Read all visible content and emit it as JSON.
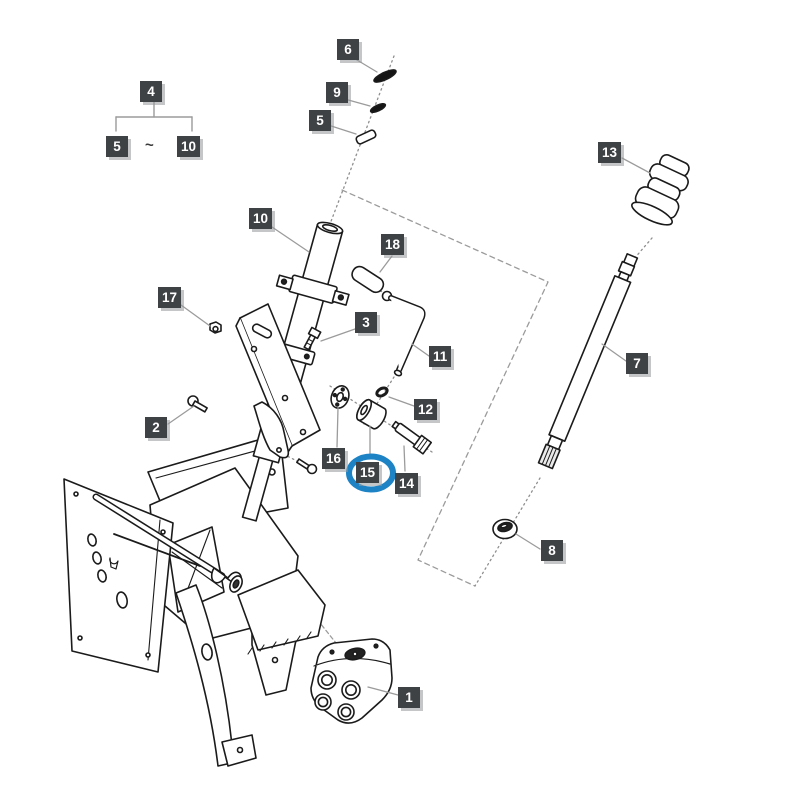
{
  "diagram": {
    "background": "#ffffff",
    "line_color": "#1b1b1b",
    "leader_color": "#9b9b9b",
    "construction_color": "#8f8f8f",
    "badge_bg": "#3f4245",
    "badge_fg": "#ffffff",
    "highlight_color": "#1d83c5",
    "highlighted_callout": "15",
    "legend": {
      "group": "4",
      "start": "5",
      "separator": "~",
      "end": "10"
    },
    "callouts": {
      "c1": "1",
      "c2": "2",
      "c3": "3",
      "c5": "5",
      "c6": "6",
      "c7": "7",
      "c8": "8",
      "c9": "9",
      "c10": "10",
      "c11": "11",
      "c12": "12",
      "c13": "13",
      "c14": "14",
      "c15": "15",
      "c16": "16",
      "c17": "17",
      "c18": "18"
    }
  }
}
